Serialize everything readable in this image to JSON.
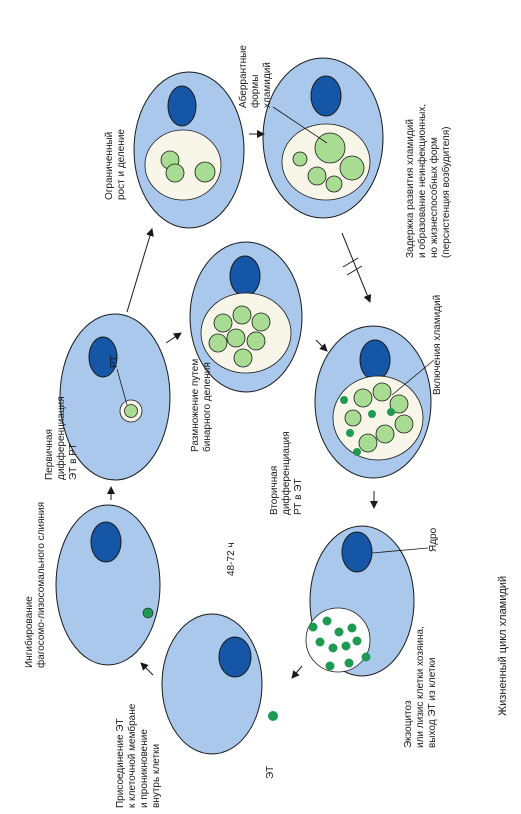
{
  "caption": "Жизненный цикл хламидий",
  "cycle_time": "48-72 ч",
  "labels": {
    "attachment": [
      "Присоединение ЭТ",
      "к клеточной мембране",
      "и проникновение",
      "внутрь клетки"
    ],
    "inhibition": [
      "Ингибирование",
      "фагосомо-лизосомального слияния"
    ],
    "primary_diff": [
      "Первичная",
      "дифференциация",
      "ЭТ в РТ"
    ],
    "rt": "РТ",
    "binary": [
      "Размножение путем",
      "бинарного деления"
    ],
    "limited": [
      "Ограниченный",
      "рост и деление"
    ],
    "aberrant": [
      "Аберрантные",
      "формы",
      "хламидий"
    ],
    "persistence": [
      "Задержка развития хламидий",
      "и образование неинфекционных,",
      "но жизнеспособных форм",
      "(персистенция возбудителя)"
    ],
    "inclusions": "Включения хламидий",
    "secondary_diff": [
      "Вторичная",
      "дифференциация",
      "РТ в ЭТ"
    ],
    "nucleus": "Ядро",
    "exocytosis": [
      "Экзоцитоз",
      "или лизис клетки хозяина,",
      "выход ЭТ из клетки"
    ],
    "et": "ЭТ"
  },
  "colors": {
    "cell": "#a9c8ec",
    "nucleus": "#1556a6",
    "vacuole": "#f7f6e8",
    "rt_body": "#a9dc93",
    "et_body": "#1e9a52",
    "outline": "#1a1a1a"
  }
}
